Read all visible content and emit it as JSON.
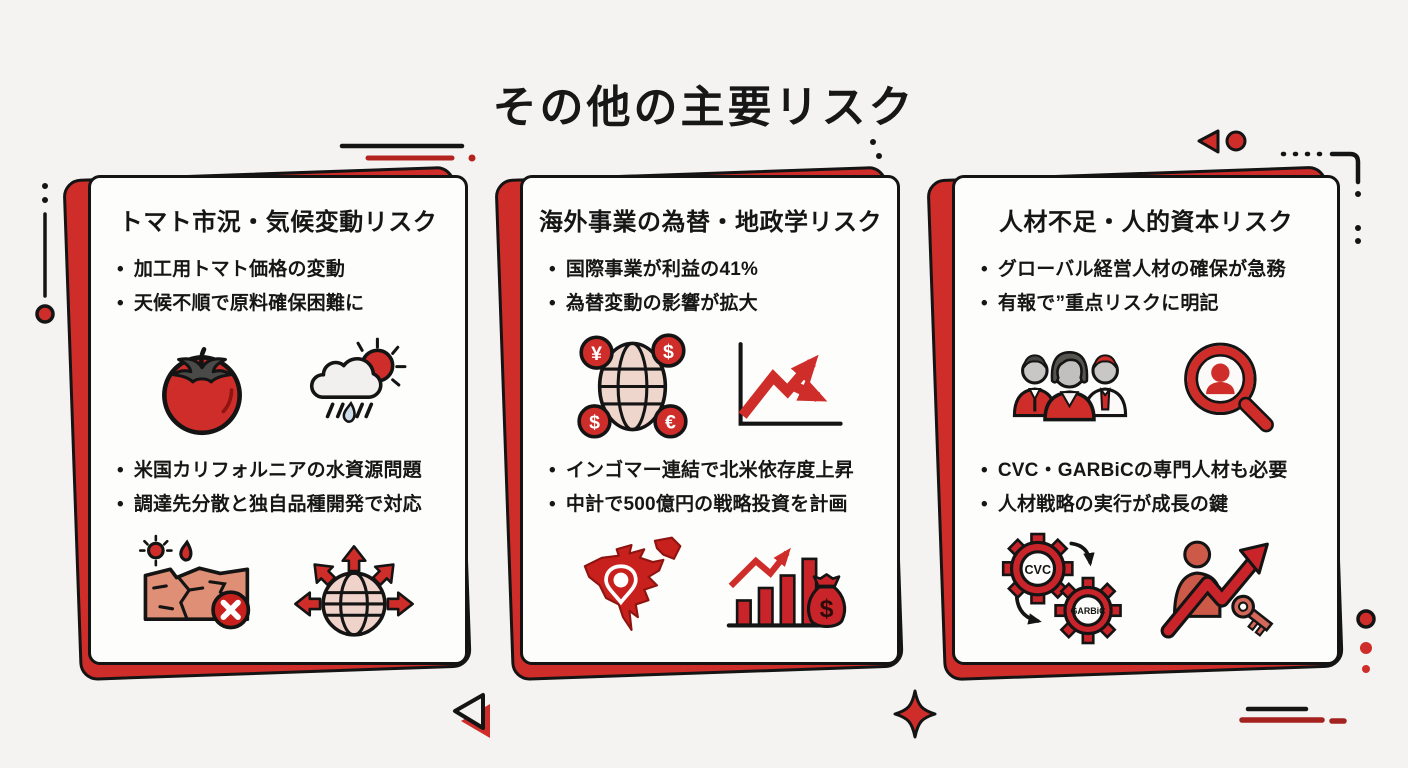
{
  "page": {
    "title": "その他の主要リスク",
    "background": "#f4f3f1",
    "accent_red": "#cf2d29",
    "ink": "#161616"
  },
  "cards": [
    {
      "title": "トマト市況・気候変動リスク",
      "bullets_top": [
        "加工用トマト価格の変動",
        "天候不順で原料確保困難に"
      ],
      "icons_top": [
        "tomato-icon",
        "rain-cloud-sun-icon"
      ],
      "bullets_bottom": [
        "米国カリフォルニアの水資源問題",
        "調達先分散と独自品種開発で対応"
      ],
      "icons_bottom": [
        "drought-cracked-land-icon",
        "globe-diversification-arrows-icon"
      ]
    },
    {
      "title": "海外事業の為替・地政学リスク",
      "bullets_top": [
        "国際事業が利益の41%",
        "為替変動の影響が拡大"
      ],
      "icons_top": [
        "currency-globe-icon",
        "volatility-chart-icon"
      ],
      "icon_text": {
        "currencies": [
          "¥",
          "$",
          "$",
          "€"
        ],
        "money_bag": "$"
      },
      "bullets_bottom": [
        "インゴマー連結で北米依存度上昇",
        "中計で500億円の戦略投資を計画"
      ],
      "icons_bottom": [
        "north-america-map-pin-icon",
        "investment-bar-chart-money-bag-icon"
      ]
    },
    {
      "title": "人材不足・人的資本リスク",
      "bullets_top": [
        "グローバル経営人材の確保が急務",
        "有報で”重点リスクに明記"
      ],
      "icons_top": [
        "business-team-icon",
        "talent-search-magnifier-icon"
      ],
      "icon_text": {
        "gear_1": "CVC",
        "gear_2": "GARBiC"
      },
      "bullets_bottom": [
        "CVC・GARBiCの専門人材も必要",
        "人材戦略の実行が成長の鍵"
      ],
      "icons_bottom": [
        "cvc-garbic-gears-icon",
        "growth-person-arrow-key-icon"
      ]
    }
  ]
}
